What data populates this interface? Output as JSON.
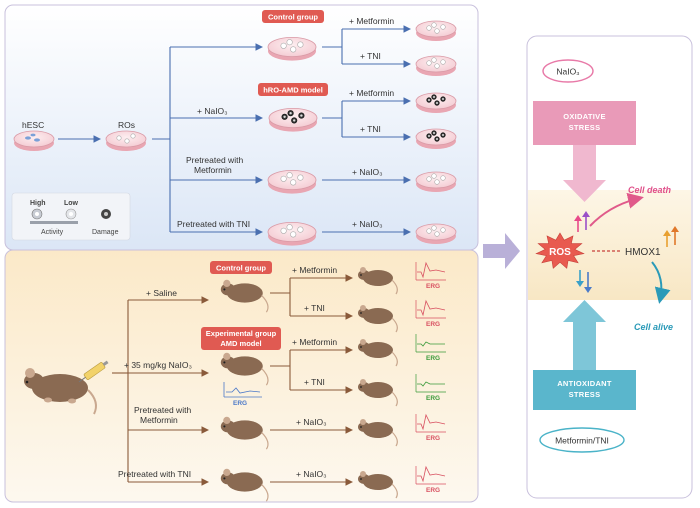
{
  "top_panel": {
    "start_label": "hESC",
    "ros_label": "ROs",
    "control_tag": "Control group",
    "model_tag": "hRO-AMD model",
    "naio3_branch": "+ NaIO₃",
    "pretreat_metformin_line1": "Pretreated with",
    "pretreat_metformin_line2": "Metformin",
    "pretreat_tni": "Pretreated with TNI",
    "metformin": "+ Metformin",
    "tni": "+ TNI",
    "naio3": "+ NaIO₃",
    "legend": {
      "high": "High",
      "low": "Low",
      "activity": "Activity",
      "damage": "Damage"
    }
  },
  "bottom_panel": {
    "saline": "+ Saline",
    "dose": "+ 35 mg/kg NaIO₃",
    "control_tag": "Control group",
    "experimental_tag_line1": "Experimental group",
    "experimental_tag_line2": "AMD model",
    "pretreat_metformin_line1": "Pretreated with",
    "pretreat_metformin_line2": "Metformin",
    "pretreat_tni": "Pretreated with TNI",
    "metformin": "+ Metformin",
    "tni": "+ TNI",
    "naio3": "+ NaIO₃",
    "erg": "ERG"
  },
  "right_panel": {
    "inducer": "NaIO₃",
    "oxidative_line1": "OXIDATIVE",
    "oxidative_line2": "STRESS",
    "ros": "ROS",
    "hmox1": "HMOX1",
    "cell_death": "Cell death",
    "cell_alive": "Cell alive",
    "antioxidant_line1": "ANTIOXIDANT",
    "antioxidant_line2": "STRESS",
    "treatment": "Metformin/TNI"
  },
  "colors": {
    "top_bg": "#e4ecf8",
    "bottom_bg": "#fbf1dc",
    "tag_red": "#e05a52",
    "arrow_blue": "#4a6fb0",
    "arrow_brown": "#8a5a3a",
    "pink": "#e87aa8",
    "teal": "#4ab3c8",
    "ros_red": "#e85a4f",
    "erg_red": "#d85060",
    "erg_green": "#3a9a3a",
    "erg_blue": "#4a78c8"
  }
}
